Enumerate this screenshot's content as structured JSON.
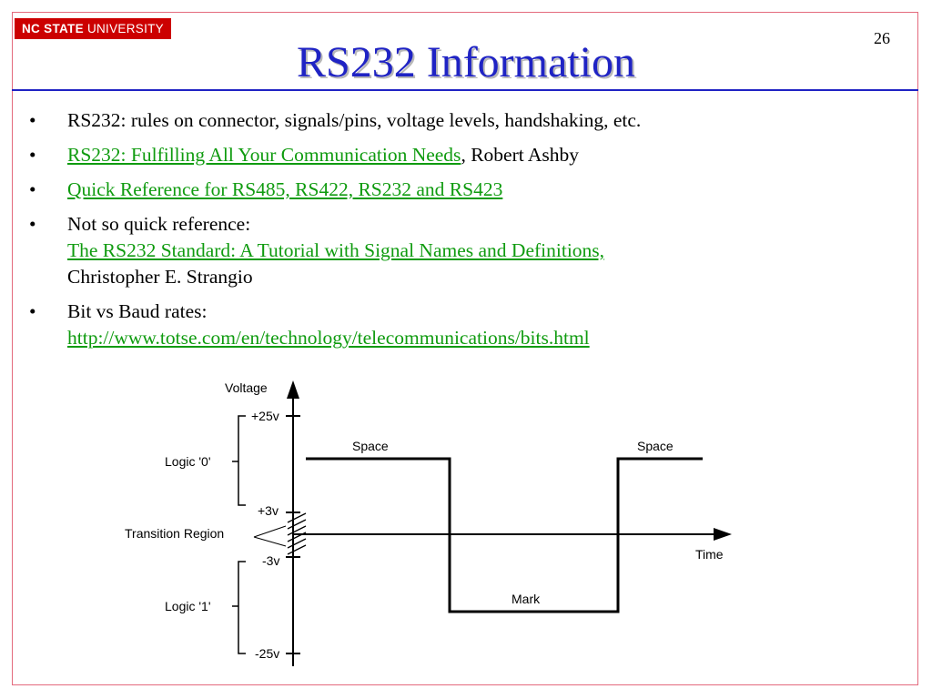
{
  "header": {
    "logo_bold": "NC STATE",
    "logo_rest": " UNIVERSITY",
    "page_number": "26",
    "title": "RS232 Information"
  },
  "bullets": [
    {
      "text": "RS232: rules on connector, signals/pins, voltage levels, handshaking, etc."
    },
    {
      "link": "RS232: Fulfilling All Your Communication Needs",
      "after": ", Robert Ashby"
    },
    {
      "link": "Quick Reference for RS485, RS422, RS232 and RS423"
    },
    {
      "text": "Not so quick reference:",
      "link": "The RS232 Standard:  A Tutorial with Signal Names and Definitions,",
      "after": "Christopher E. Strangio"
    },
    {
      "text": "Bit vs Baud rates:",
      "link": "http://www.totse.com/en/technology/telecommunications/bits.html"
    }
  ],
  "bullet_symbol": "•",
  "diagram": {
    "voltage_label": "Voltage",
    "time_label": "Time",
    "tick_plus25": "+25v",
    "tick_plus3": "+3v",
    "tick_minus3": "-3v",
    "tick_minus25": "-25v",
    "logic0_label": "Logic '0'",
    "logic1_label": "Logic '1'",
    "transition_label": "Transition Region",
    "space_label_left": "Space",
    "space_label_right": "Space",
    "mark_label": "Mark"
  },
  "colors": {
    "title": "#1f23c4",
    "link": "#0f9b0f",
    "logo_bg": "#cc0000",
    "frame": "#e46a7d"
  }
}
